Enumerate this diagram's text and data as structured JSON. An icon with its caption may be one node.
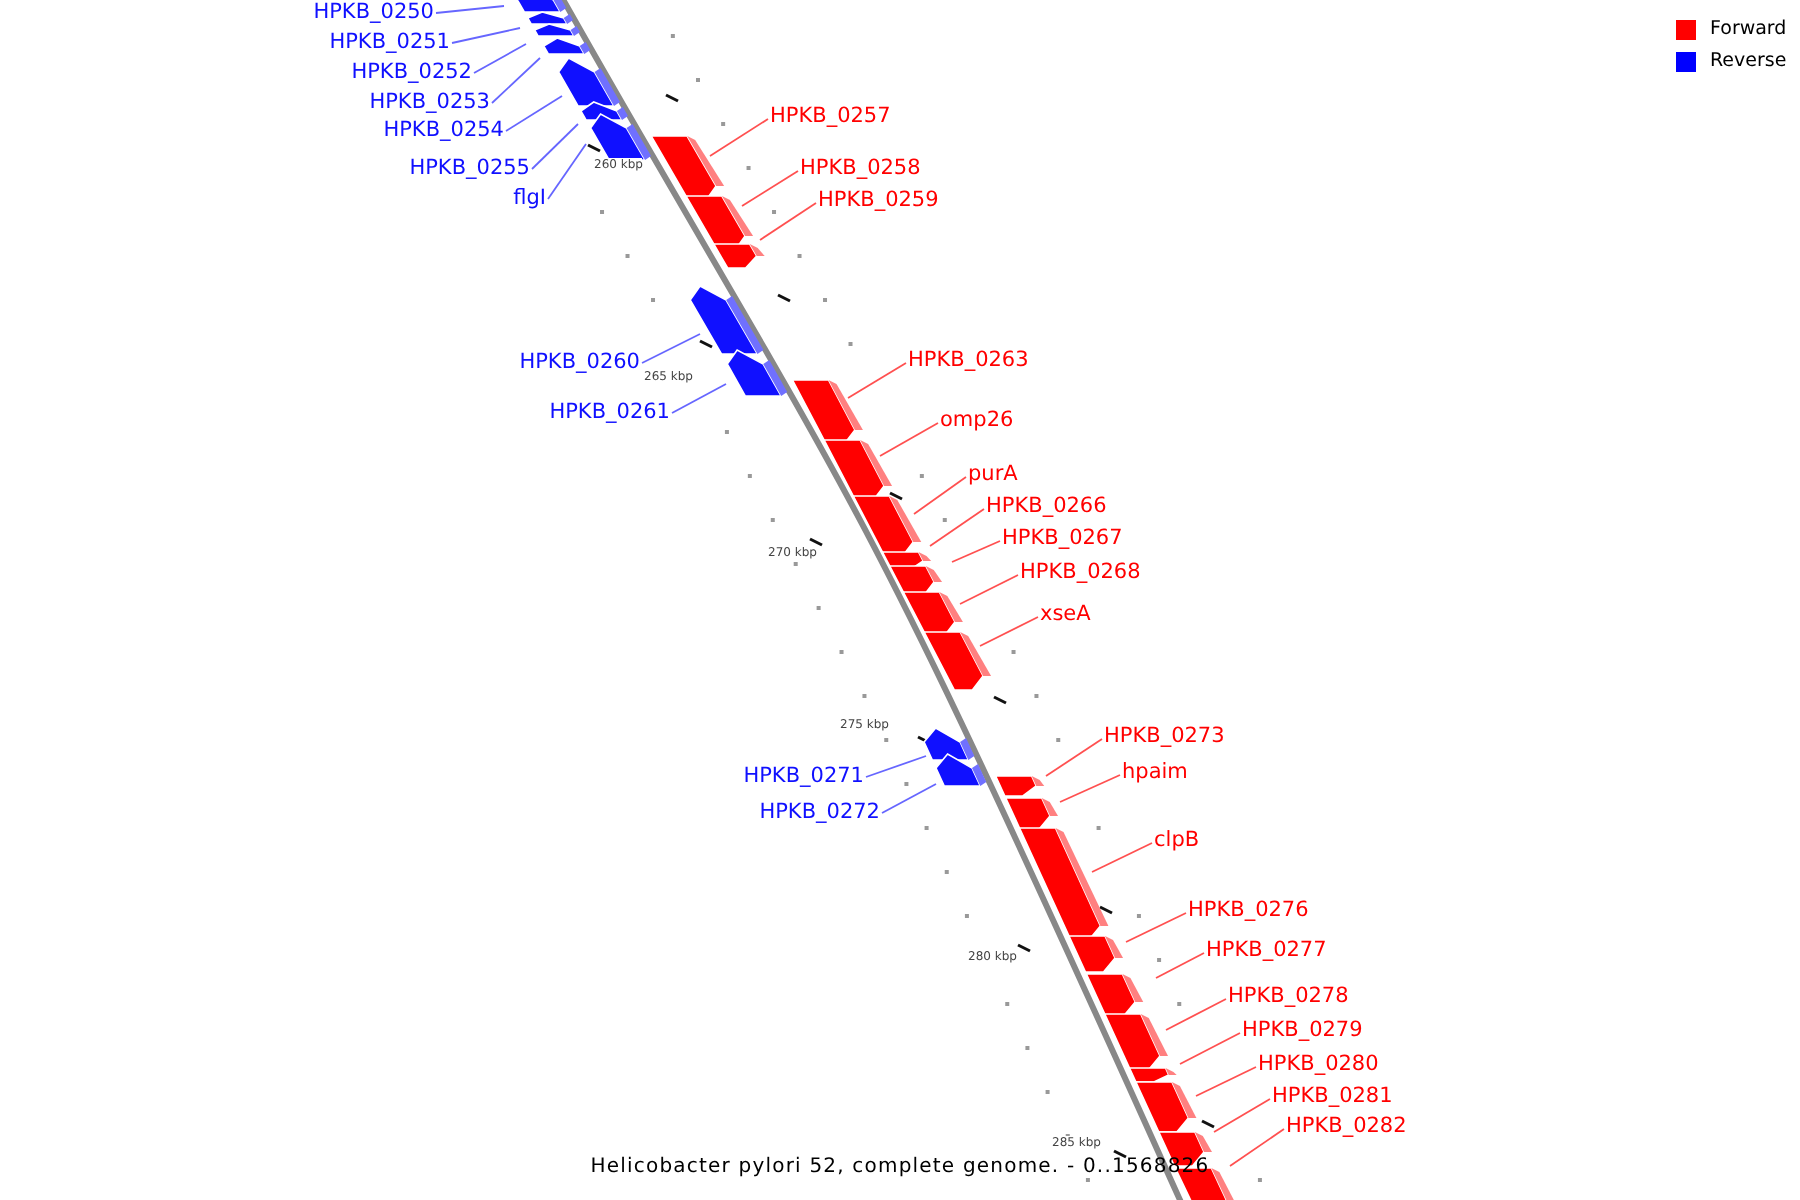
{
  "diagram": {
    "caption": "Helicobacter pylori 52, complete genome. - 0..1568826",
    "nodes": [
      {
        "text": [
          "HPKB_0250"
        ]
      },
      {
        "text": [
          "HPKB_0251"
        ]
      },
      {
        "text": [
          "HPKB_0252"
        ]
      },
      {
        "text": [
          "HPKB_0253"
        ]
      },
      {
        "text": [
          "HPKB_0257"
        ]
      },
      {
        "text": [
          "HPKB_0254"
        ]
      },
      {
        "text": [
          "HPKB_0258"
        ]
      },
      {
        "text": [
          "HPKB_0255"
        ]
      },
      {
        "text": [
          "flgI"
        ]
      },
      {
        "text": [
          "HPKB_0259"
        ]
      },
      {
        "text": [
          "HPKB_0263"
        ]
      },
      {
        "text": [
          "HPKB_0260"
        ]
      },
      {
        "text": [
          "HPKB_0261"
        ]
      },
      {
        "text": [
          "omp26"
        ]
      },
      {
        "text": [
          "purA"
        ]
      },
      {
        "text": [
          "HPKB_0266"
        ]
      },
      {
        "text": [
          "HPKB_0267"
        ]
      },
      {
        "text": [
          "HPKB_0268"
        ]
      },
      {
        "text": [
          "xseA"
        ]
      },
      {
        "text": [
          "HPKB_0273"
        ]
      },
      {
        "text": [
          "hpaim"
        ]
      },
      {
        "text": [
          "HPKB_0271"
        ]
      },
      {
        "text": [
          "HPKB_0272"
        ]
      },
      {
        "text": [
          "clpB"
        ]
      },
      {
        "text": [
          "HPKB_0276"
        ]
      },
      {
        "text": [
          "HPKB_0277"
        ]
      },
      {
        "text": [
          "HPKB_0278"
        ]
      },
      {
        "text": [
          "HPKB_0279"
        ]
      },
      {
        "text": [
          "HPKB_0280"
        ]
      },
      {
        "text": [
          "HPKB_0281"
        ]
      },
      {
        "text": [
          "HPKB_0282"
        ]
      }
    ],
    "edges": [
      {
        "from": 0,
        "to": null,
        "arrow": "none",
        "color": "#6666ff"
      },
      {
        "from": 1,
        "to": null,
        "arrow": "none",
        "color": "#6666ff"
      },
      {
        "from": 2,
        "to": null,
        "arrow": "none",
        "color": "#6666ff"
      },
      {
        "from": 3,
        "to": null,
        "arrow": "none",
        "color": "#6666ff"
      },
      {
        "from": 4,
        "to": null,
        "arrow": "none"
      },
      {
        "from": 5,
        "to": null,
        "arrow": "none",
        "color": "#6666ff"
      },
      {
        "from": 6,
        "to": null,
        "arrow": "none"
      },
      {
        "from": 7,
        "to": null,
        "arrow": "none",
        "color": "#6666ff"
      },
      {
        "from": 8,
        "to": null,
        "arrow": "none",
        "color": "#6666ff"
      },
      {
        "from": 9,
        "to": null,
        "arrow": "none"
      },
      {
        "from": 10,
        "to": null,
        "arrow": "none"
      },
      {
        "from": 11,
        "to": null,
        "arrow": "none",
        "color": "#6666ff"
      },
      {
        "from": 12,
        "to": null,
        "arrow": "none",
        "color": "#6666ff"
      },
      {
        "from": 13,
        "to": null,
        "arrow": "none"
      },
      {
        "from": 14,
        "to": null,
        "arrow": "none"
      },
      {
        "from": 15,
        "to": null,
        "arrow": "none"
      },
      {
        "from": 16,
        "to": null,
        "arrow": "none"
      },
      {
        "from": 17,
        "to": null,
        "arrow": "none"
      },
      {
        "from": 18,
        "to": null,
        "arrow": "none"
      },
      {
        "from": 19,
        "to": null,
        "arrow": "none"
      },
      {
        "from": 20,
        "to": null,
        "arrow": "none"
      },
      {
        "from": 21,
        "to": null,
        "arrow": "none",
        "color": "#6666ff"
      },
      {
        "from": 22,
        "to": null,
        "arrow": "none",
        "color": "#6666ff"
      },
      {
        "from": 23,
        "to": null,
        "arrow": "none"
      },
      {
        "from": 24,
        "to": null,
        "arrow": "none"
      },
      {
        "from": 25,
        "to": null,
        "arrow": "none"
      },
      {
        "from": 26,
        "to": null,
        "arrow": "none"
      },
      {
        "from": 27,
        "to": null,
        "arrow": "none"
      },
      {
        "from": 28,
        "to": null,
        "arrow": "none"
      },
      {
        "from": 29,
        "to": null,
        "arrow": "none"
      },
      {
        "from": 30,
        "to": null,
        "arrow": "none"
      }
    ],
    "labels": [
      "260 kbp",
      "265 kbp",
      "270 kbp",
      "275 kbp",
      "280 kbp",
      "285 kbp"
    ],
    "legend": [
      {
        "text": "Forward",
        "color": "#ff0000"
      },
      {
        "text": "Reverse",
        "color": "#0000ff"
      }
    ]
  }
}
